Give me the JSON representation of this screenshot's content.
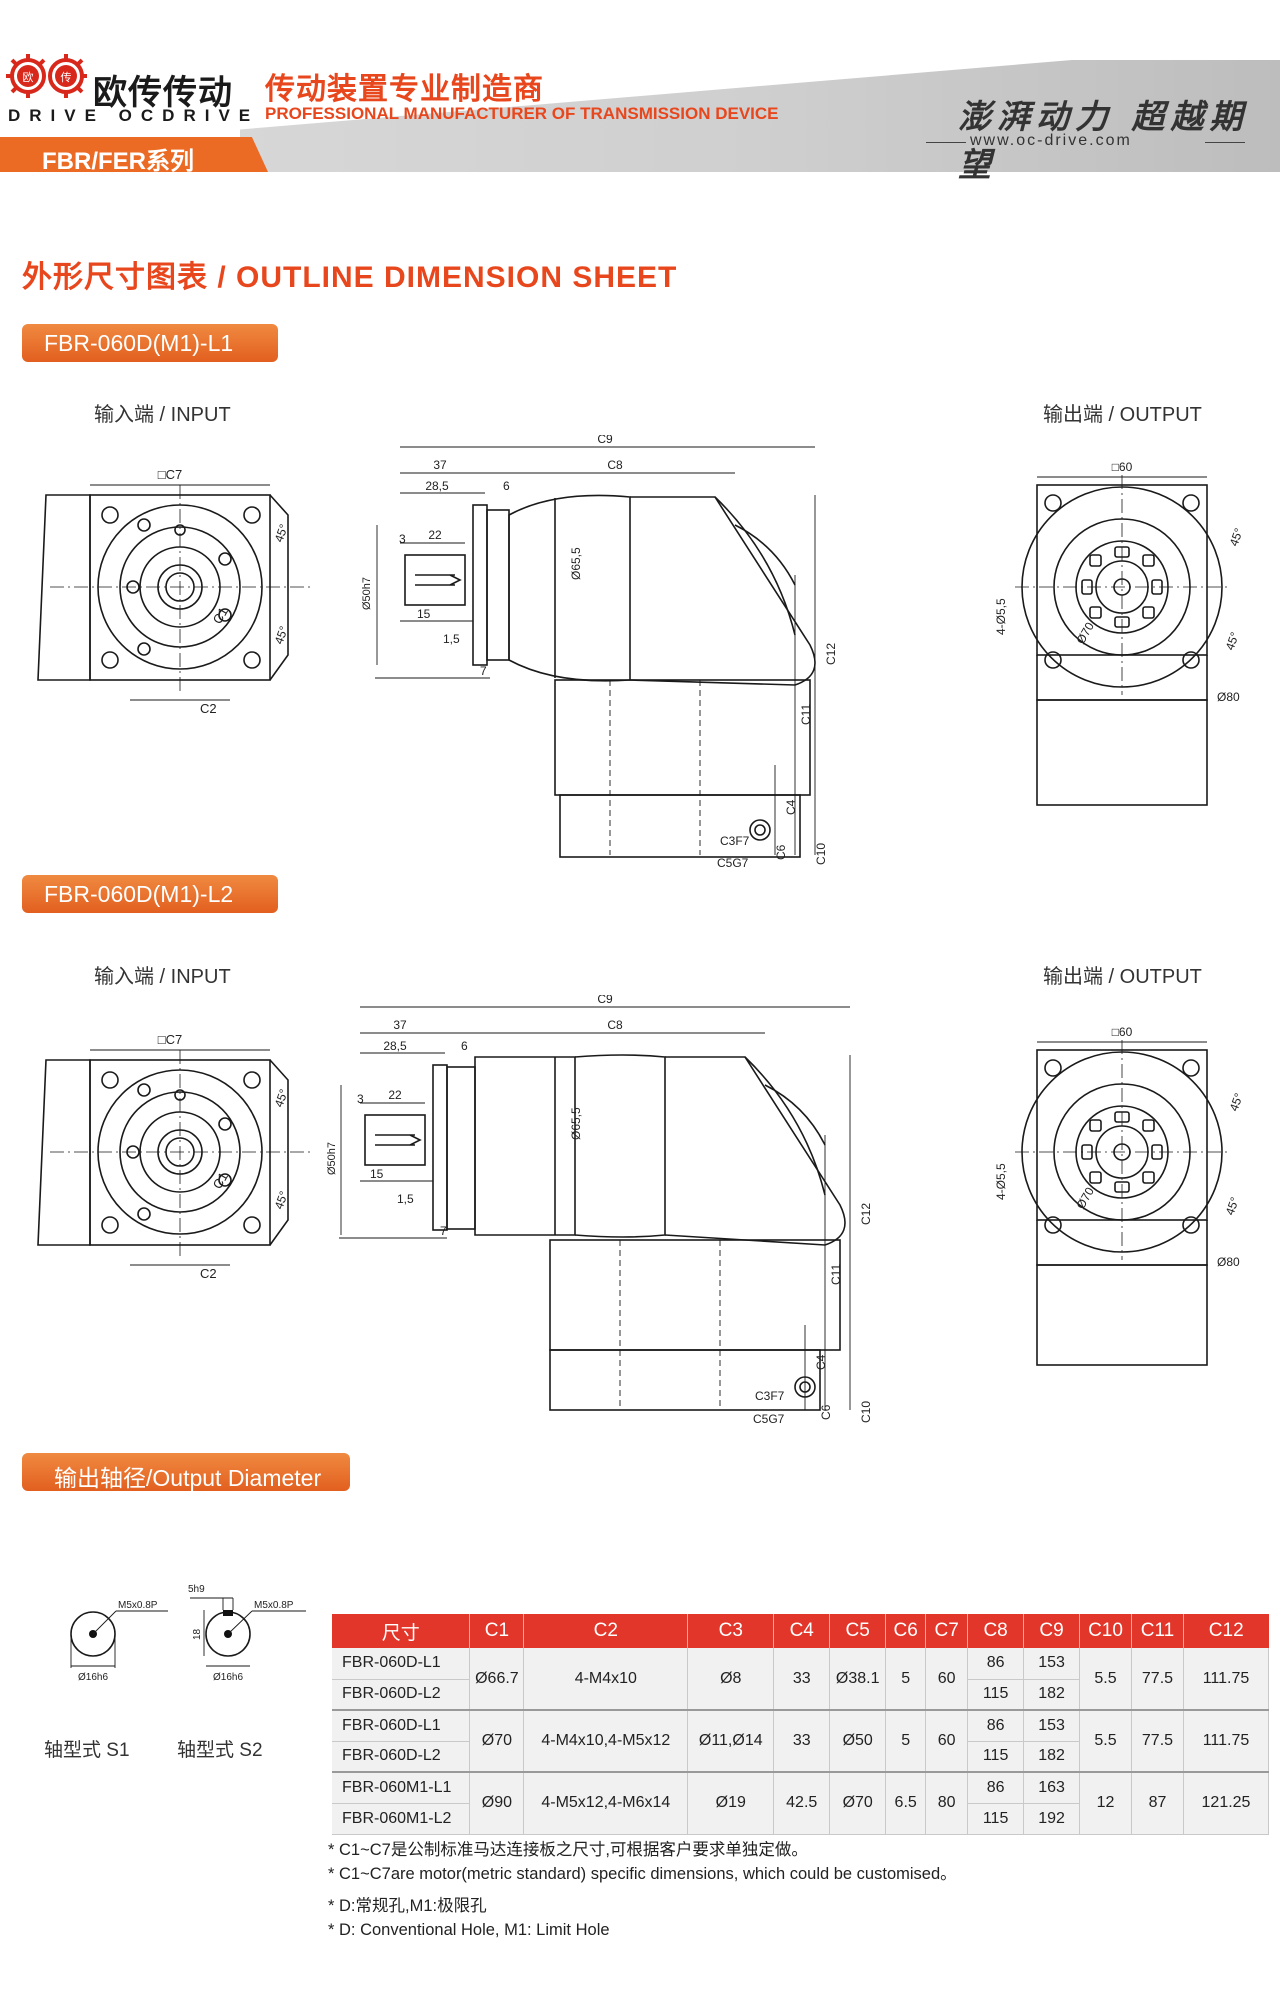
{
  "header": {
    "brand_cn": "欧传传动",
    "brand_en": "DRIVE OCDRIVE",
    "logo_mark_left": "欧",
    "logo_mark_right": "传",
    "tagline_cn": "传动装置专业制造商",
    "tagline_en": "PROFESSIONAL MANUFACTURER OF TRANSMISSION DEVICE",
    "slogan": "澎湃动力 超越期望",
    "url": "www.oc-drive.com",
    "series": "FBR/FER系列"
  },
  "sheet_title": "外形尺寸图表 / OUTLINE DIMENSION SHEET",
  "models": [
    {
      "name": "FBR-060D(M1)-L1",
      "input_label": "输入端 / INPUT",
      "output_label": "输出端 / OUTPUT",
      "input_dims": {
        "c7": "□C7",
        "c1": "C1",
        "c2": "C2",
        "a45a": "45°",
        "a45b": "45°"
      },
      "side_dims": {
        "c9": "C9",
        "d37": "37",
        "c8": "C8",
        "d285": "28,5",
        "d6": "6",
        "d3": "3",
        "d22": "22",
        "d50": "Ø50h7",
        "d655": "Ø65,5",
        "d15": "15",
        "d15b": "1,5",
        "d7": "7",
        "c12": "C12",
        "c11": "C11",
        "c4": "C4",
        "c3": "C3F7",
        "c6": "C6",
        "c10": "C10",
        "c5": "C5G7"
      },
      "output_dims": {
        "sq": "□60",
        "holes": "4-Ø5,5",
        "d70": "Ø70",
        "a45a": "45°",
        "a45b": "45°",
        "d80": "Ø80"
      }
    },
    {
      "name": "FBR-060D(M1)-L2",
      "input_label": "输入端 / INPUT",
      "output_label": "输出端 / OUTPUT",
      "input_dims": {
        "c7": "□C7",
        "c1": "C1",
        "c2": "C2",
        "a45a": "45°",
        "a45b": "45°"
      },
      "side_dims": {
        "c9": "C9",
        "d37": "37",
        "c8": "C8",
        "d285": "28,5",
        "d6": "6",
        "d3": "3",
        "d22": "22",
        "d50": "Ø50h7",
        "d655": "Ø65,5",
        "d15": "15",
        "d15b": "1,5",
        "d7": "7",
        "c12": "C12",
        "c11": "C11",
        "c4": "C4",
        "c3": "C3F7",
        "c6": "C6",
        "c10": "C10",
        "c5": "C5G7"
      },
      "output_dims": {
        "sq": "□60",
        "holes": "4-Ø5,5",
        "d70": "Ø70",
        "a45a": "45°",
        "a45b": "45°",
        "d80": "Ø80"
      }
    }
  ],
  "output_diameter": {
    "title": "输出轴径/Output Diameter",
    "s1": {
      "label": "轴型式 S1",
      "thread": "M5x0.8P",
      "dia": "Ø16h6"
    },
    "s2": {
      "label": "轴型式 S2",
      "key": "5h9",
      "depth": "18",
      "thread": "M5x0.8P",
      "dia": "Ø16h6"
    }
  },
  "table": {
    "headers": [
      "尺寸",
      "C1",
      "C2",
      "C3",
      "C4",
      "C5",
      "C6",
      "C7",
      "C8",
      "C9",
      "C10",
      "C11",
      "C12"
    ],
    "groups": [
      {
        "names": [
          "FBR-060D-L1",
          "FBR-060D-L2"
        ],
        "c1": "Ø66.7",
        "c2": "4-M4x10",
        "c3": "Ø8",
        "c4": "33",
        "c5": "Ø38.1",
        "c6": "5",
        "c7": "60",
        "c8": [
          "86",
          "115"
        ],
        "c9": [
          "153",
          "182"
        ],
        "c10": "5.5",
        "c11": "77.5",
        "c12": "111.75"
      },
      {
        "names": [
          "FBR-060D-L1",
          "FBR-060D-L2"
        ],
        "c1": "Ø70",
        "c2": "4-M4x10,4-M5x12",
        "c3": "Ø11,Ø14",
        "c4": "33",
        "c5": "Ø50",
        "c6": "5",
        "c7": "60",
        "c8": [
          "86",
          "115"
        ],
        "c9": [
          "153",
          "182"
        ],
        "c10": "5.5",
        "c11": "77.5",
        "c12": "111.75"
      },
      {
        "names": [
          "FBR-060M1-L1",
          "FBR-060M1-L2"
        ],
        "c1": "Ø90",
        "c2": "4-M5x12,4-M6x14",
        "c3": "Ø19",
        "c4": "42.5",
        "c5": "Ø70",
        "c6": "6.5",
        "c7": "80",
        "c8": [
          "86",
          "115"
        ],
        "c9": [
          "163",
          "192"
        ],
        "c10": "12",
        "c11": "87",
        "c12": "121.25"
      }
    ]
  },
  "notes": [
    "* C1~C7是公制标准马达连接板之尺寸,可根据客户要求单独定做。",
    "* C1~C7are motor(metric standard)  specific dimensions, which could be customised。",
    "* D:常规孔,M1:极限孔",
    "* D: Conventional Hole, M1: Limit Hole"
  ],
  "colors": {
    "accent": "#e8471d",
    "tab": "#ec6b24",
    "table_header": "#e3362a",
    "table_cell": "#f1f1f1"
  }
}
